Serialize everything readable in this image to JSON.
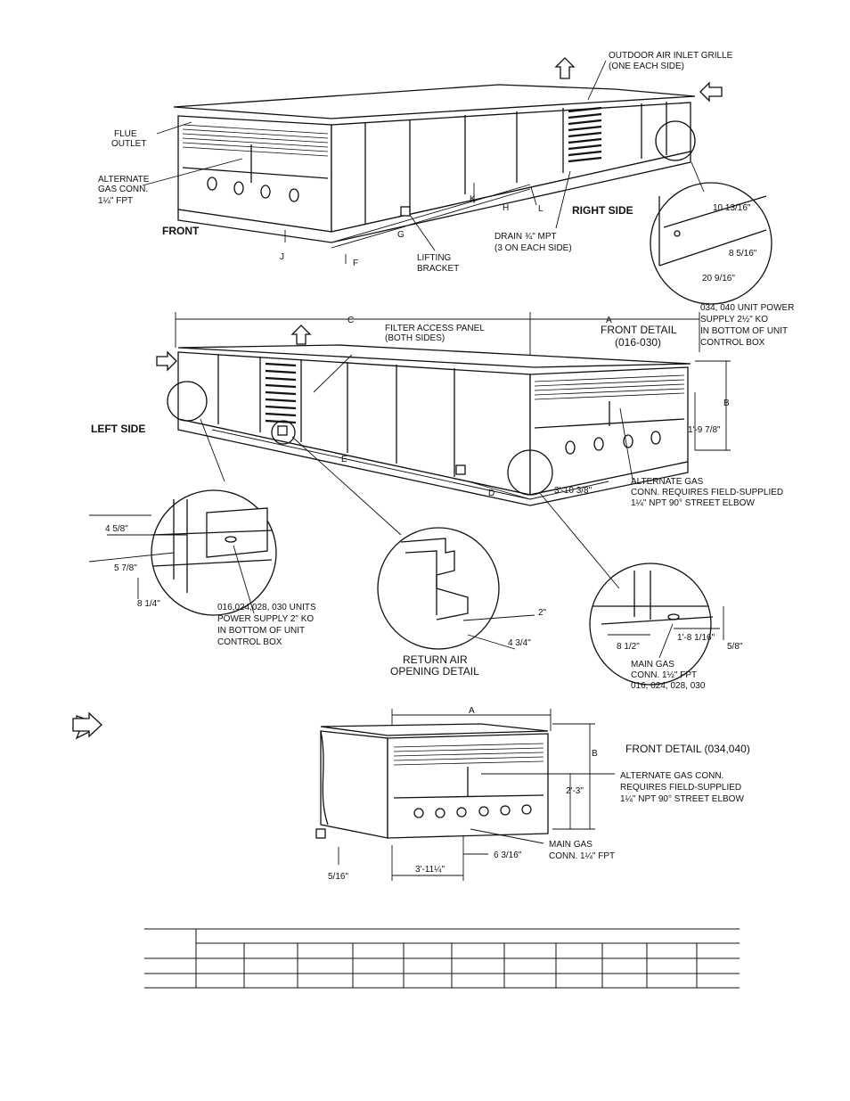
{
  "top_view": {
    "callouts": {
      "outdoor_air_inlet_grille_1": "OUTDOOR AIR INLET GRILLE",
      "outdoor_air_inlet_grille_2": "(ONE EACH SIDE)",
      "flue_outlet_1": "FLUE",
      "flue_outlet_2": "OUTLET",
      "alt_gas_1": "ALTERNATE",
      "alt_gas_2": "GAS CONN.",
      "alt_gas_3": "1¼\" FPT",
      "front": "FRONT",
      "right_side": "RIGHT SIDE",
      "drain_1": "DRAIN ¾\" MPT",
      "drain_2": "(3 ON EACH SIDE)",
      "lifting_1": "LIFTING",
      "lifting_2": "BRACKET"
    },
    "dimension_letters": {
      "f": "F",
      "g": "G",
      "h": "H",
      "j": "J",
      "k": "K",
      "l": "L"
    },
    "power_detail": {
      "dim_1": "10 13/16\"",
      "dim_2": "8 5/16\"",
      "dim_3": "20 9/16\"",
      "note_1": "034, 040 UNIT POWER",
      "note_2": "SUPPLY 2½\" KO",
      "note_3": "IN BOTTOM OF UNIT",
      "note_4": "CONTROL BOX"
    }
  },
  "middle_view": {
    "dimension_letters": {
      "c": "C",
      "a": "A",
      "b": "B",
      "d": "D",
      "e": "E"
    },
    "callouts": {
      "filter_1": "FILTER ACCESS PANEL",
      "filter_2": "(BOTH SIDES)",
      "front_detail_1": "FRONT DETAIL",
      "front_detail_2": "(016-030)",
      "left_side": "LEFT SIDE",
      "dim_height": "1'-9 7/8\"",
      "dim_front": "3'-10 3/8\"",
      "alt_gas_1": "ALTERNATE GAS",
      "alt_gas_2": "CONN. REQUIRES FIELD-SUPPLIED",
      "alt_gas_3": "1¼\" NPT  90° STREET ELBOW"
    }
  },
  "details": {
    "left_dim_1": "4 5/8\"",
    "left_dim_2": "5 7/8\"",
    "left_dim_3": "8 1/4\"",
    "left_note_1": "016,024,028, 030 UNITS",
    "left_note_2": "POWER SUPPLY 2\" KO",
    "left_note_3": "IN BOTTOM OF UNIT",
    "left_note_4": "CONTROL BOX",
    "return_dim_1": "2\"",
    "return_dim_2": "4 3/4\"",
    "return_title_1": "RETURN AIR",
    "return_title_2": "OPENING DETAIL",
    "gas_dim_1": "8 1/2\"",
    "gas_dim_2": "1'-8 1/16\"",
    "gas_dim_3": "5/8\"",
    "gas_note_1": "MAIN GAS",
    "gas_note_2": "CONN. 1½\" FPT",
    "gas_note_3": "016, 024, 028, 030"
  },
  "bottom_view": {
    "dim_a": "A",
    "dim_b": "B",
    "title": "FRONT DETAIL (034,040)",
    "alt_gas_1": "ALTERNATE GAS CONN.",
    "alt_gas_2": "REQUIRES FIELD-SUPPLIED",
    "alt_gas_3": "1¼\" NPT 90° STREET ELBOW",
    "dim_height": "2'-3\"",
    "main_gas_1": "MAIN GAS",
    "main_gas_2": "CONN. 1¼\" FPT",
    "dim_offset": "6 3/16\"",
    "dim_width": "3'-11¼\"",
    "dim_bottom": "5/16\""
  },
  "table": {
    "rows": 3,
    "columns": 12
  }
}
